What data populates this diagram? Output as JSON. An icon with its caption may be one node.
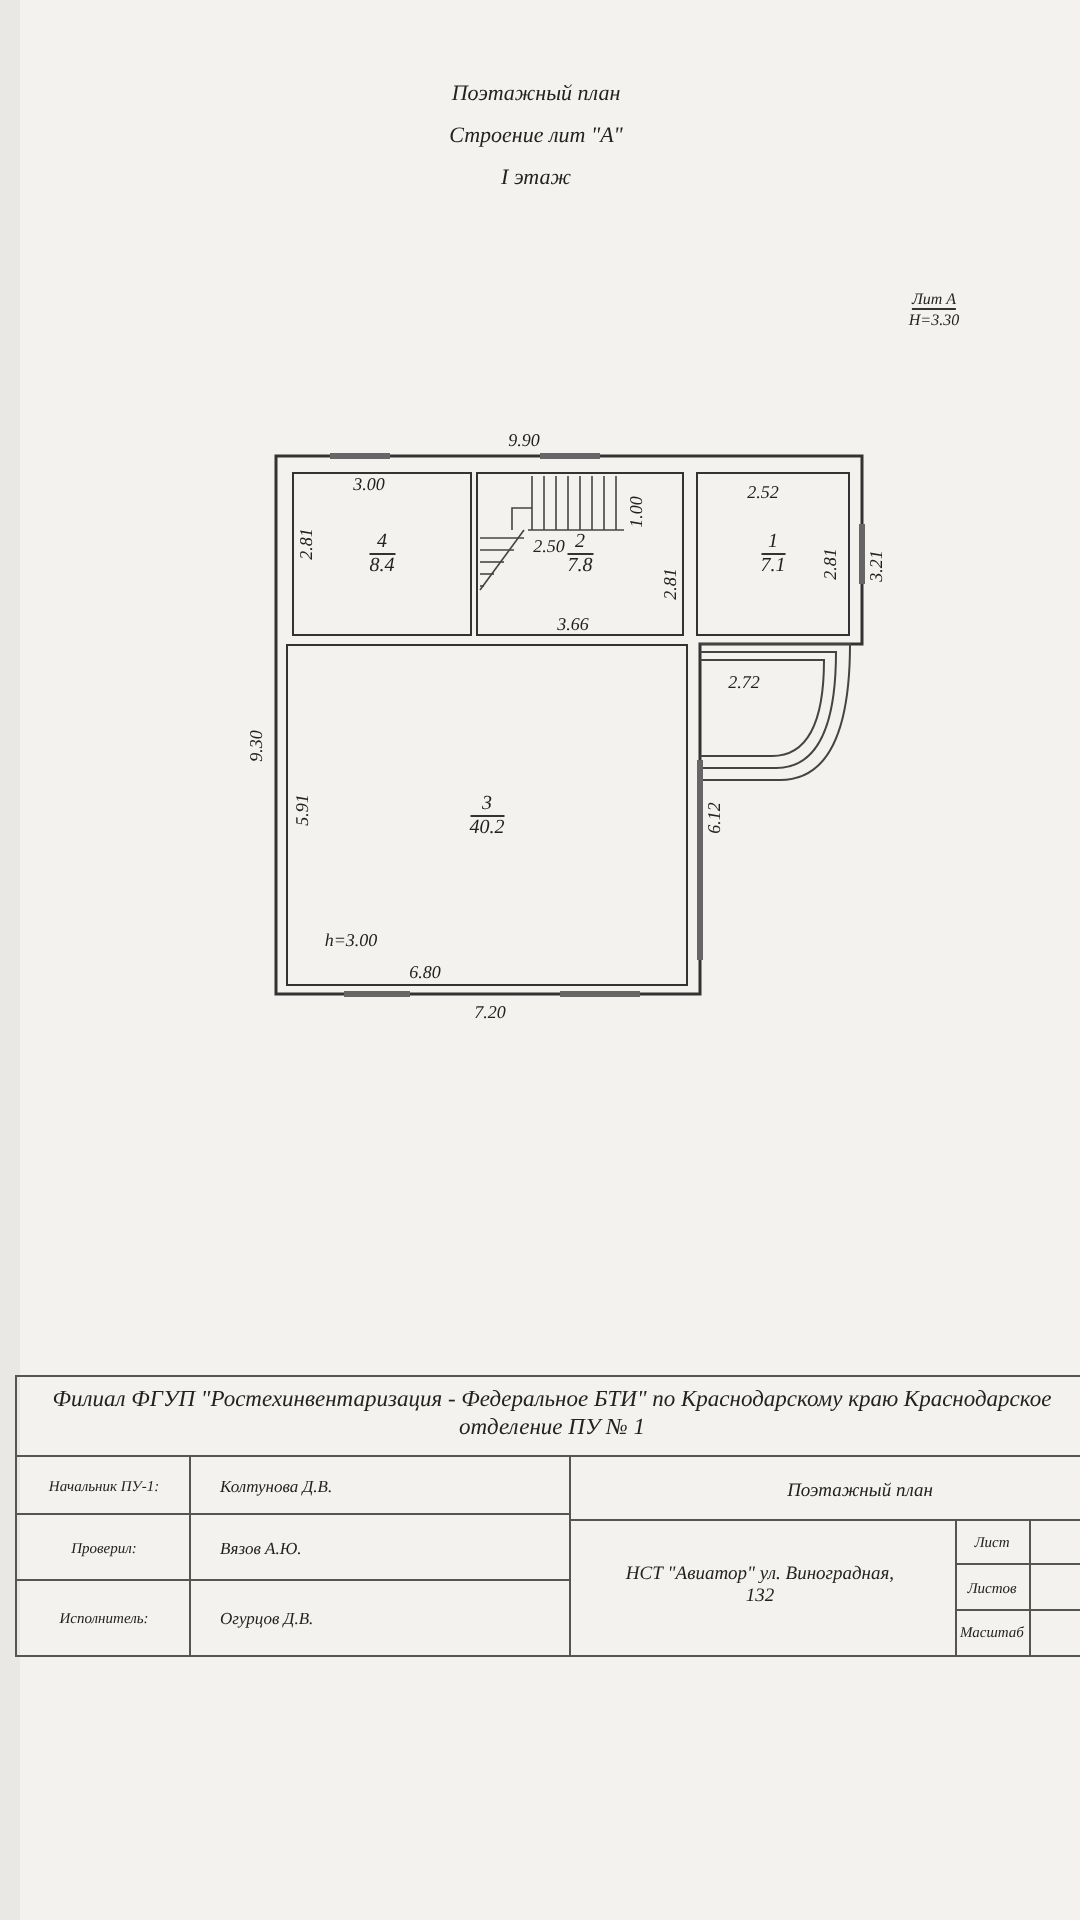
{
  "diagram": {
    "title": "Поэтажный план",
    "nodes": [
      {
        "text": [
          "4",
          "8.4"
        ]
      },
      {
        "text": [
          "2",
          "7.8"
        ]
      },
      {
        "text": [
          "1",
          "7.1"
        ]
      },
      {
        "text": [
          "3",
          "40.2"
        ]
      }
    ],
    "labels": [
      "Строение лит \"А\"",
      "I этаж",
      "Лит А",
      "Н=3.30",
      "9.90",
      "3.00",
      "2.81",
      "2.50",
      "1.00",
      "2.81",
      "2.52",
      "2.81",
      "3.21",
      "3.66",
      "2.72",
      "9.30",
      "5.91",
      "6.12",
      "h=3.00",
      "6.80",
      "7.20",
      "Филиал ФГУП \"Ростехинвентаризация - Федеральное БТИ\" по Краснодарскому краю Краснодарское отделение ПУ № 1",
      "Начальник ПУ-1:",
      "Колтунова Д.В.",
      "Поэтажный план",
      "Проверил:",
      "Вязов А.Ю.",
      "НСТ \"Авиатор\" ул. Виноградная, 132",
      "Лист",
      "Листов",
      "Исполнитель:",
      "Огурцов Д.В.",
      "Масштаб"
    ]
  }
}
